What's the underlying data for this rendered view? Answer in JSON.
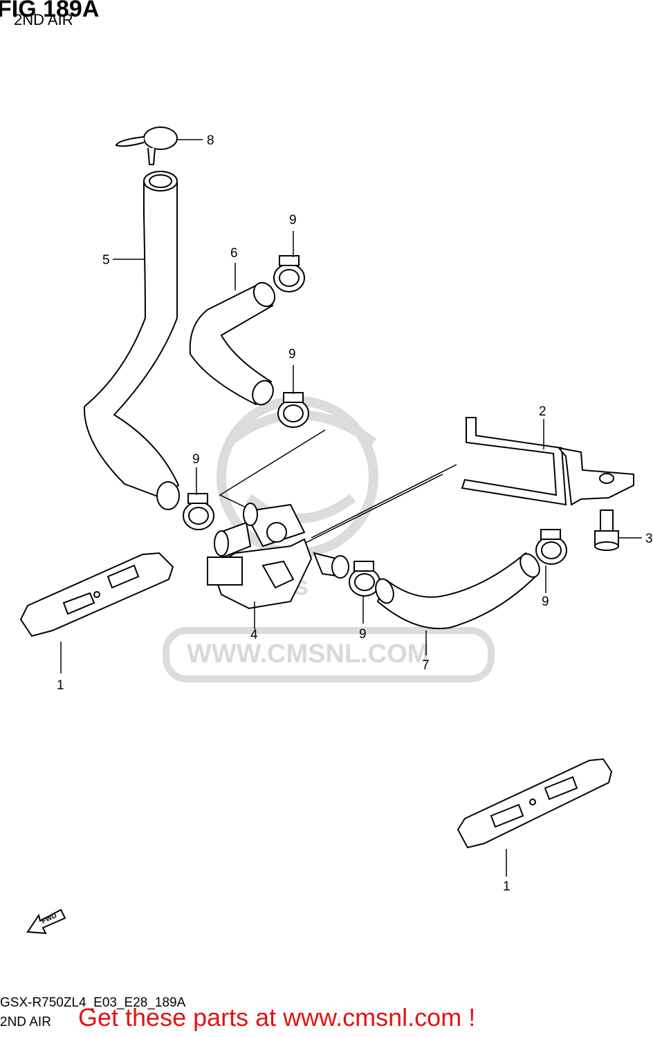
{
  "figure": {
    "title": "FIG 189A",
    "subtitle": "2ND AIR"
  },
  "watermark": {
    "url": "WWW.CMSNL.COM",
    "logo_text": "cms"
  },
  "callouts": [
    "1",
    "1",
    "2",
    "3",
    "4",
    "5",
    "6",
    "7",
    "8",
    "9",
    "9",
    "9",
    "9",
    "9"
  ],
  "fwd_label": "FWD",
  "footer": {
    "code": "GSX-R750ZL4_E03_E28_189A",
    "subtitle": "2ND AIR",
    "cta": "Get these parts at www.cmsnl.com !"
  },
  "colors": {
    "line": "#000000",
    "watermark": "#d9d9d9",
    "cta": "#e31212"
  }
}
